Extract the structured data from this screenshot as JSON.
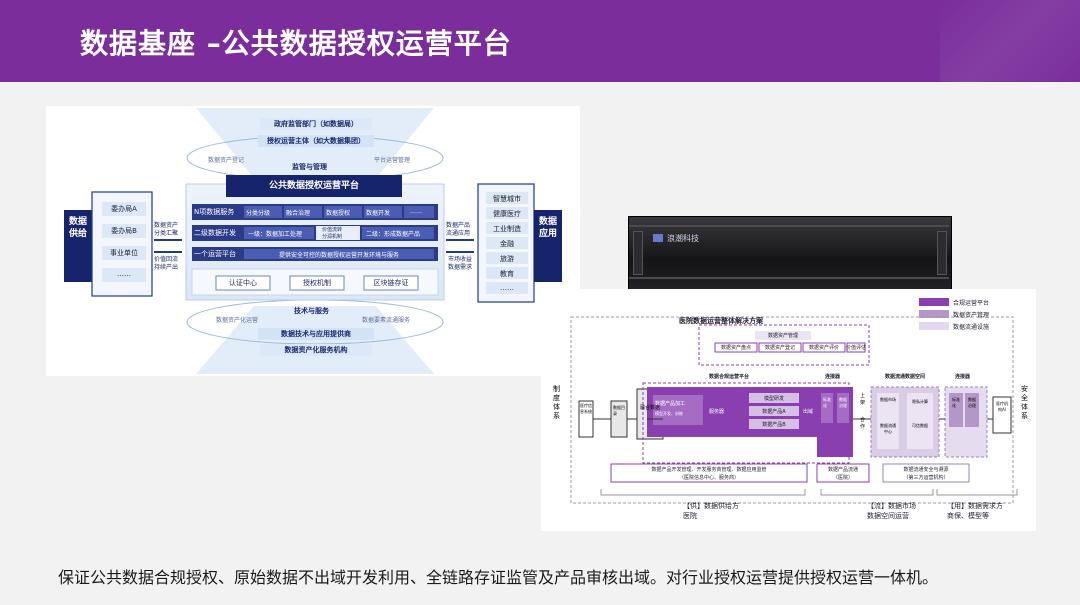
{
  "slide": {
    "title": "数据基座 –公共数据授权运营平台",
    "caption": "保证公共数据合规授权、原始数据不出域开发利用、全链路存证监管及产品审核出域。对行业授权运营提供授权运营一体机。"
  },
  "left_diagram": {
    "top_gov": "政府监管部门（如数据局）",
    "top_auth": "授权运营主体（如大数据集团）",
    "ring_left": "数据资产登记",
    "ring_right": "平台运营管理",
    "supervise": "监管与管理",
    "platform": "公共数据授权运营平台",
    "layer1_label": "N项数据服务",
    "layer1_items": [
      "分类分级",
      "融合治理",
      "数据授权",
      "数据开发",
      "……"
    ],
    "layer2_label": "二级数据开发",
    "layer2_a": "一级：数据加工处理",
    "layer2_mid_top": "价值流转",
    "layer2_mid_bot": "分润机制",
    "layer2_b": "二级：形成数据产品",
    "layer3_label": "一个运营平台",
    "layer3_text": "提供安全可控的数据授权运营开发环境与服务",
    "bottom_items": [
      "认证中心",
      "授权机制",
      "区块链存证"
    ],
    "tech": "技术与服务",
    "ring_bl": "数据资产化运营",
    "ring_br": "数据要素流通服务",
    "bottom_tech": "数据技术与应用提供商",
    "bottom_asset": "数据资产化服务机构",
    "supply_side": "数据供给",
    "supply_items": [
      "委办局A",
      "委办局B",
      "事业单位",
      "……"
    ],
    "supply_arrow_top": "数据资产\n分类汇聚",
    "supply_arrow_bot": "价值回流\n持续产出",
    "app_side": "数据应用",
    "app_items": [
      "智慧城市",
      "健康医疗",
      "工业制造",
      "金融",
      "旅游",
      "教育",
      "……"
    ],
    "app_arrow_top": "数据产品\n流通应用",
    "app_arrow_bot": "市场收益\n数据需求"
  },
  "server": {
    "brand": "浪潮科技"
  },
  "right_diagram": {
    "legend": [
      "合规运营平台",
      "数据资产管理",
      "数据流通设施"
    ],
    "title": "医院数据运营整体解决方案",
    "mgmt_header": "数据资产管理",
    "mgmt_items": [
      "数据资产盘点",
      "数据资产登记",
      "数据资产评价",
      "价值评估"
    ],
    "left_side": "制度体系",
    "right_side": "安全体系",
    "zone_labels": [
      "数据合规运营平台",
      "连接器",
      "数据流通数据空间",
      "连接器"
    ],
    "source": "医疗信息系统",
    "catalog": "数据目录",
    "fuse": "融合数据",
    "product_proc": "数据产品加工",
    "product_proc_sub": "模型开发、训练",
    "service": "服务器",
    "out_items": [
      "模型研发",
      "数据产品A",
      "数据产品B"
    ],
    "out_label": "出域",
    "conn_items": [
      "标准化",
      "数据治理"
    ],
    "conn_right": [
      "上架",
      "合作"
    ],
    "flow_items": [
      "数据市场",
      "数据流通中心"
    ],
    "sec_items": [
      "隐私计算",
      "可信数据"
    ],
    "conn2_items": [
      "标准化",
      "数据治理"
    ],
    "consumer": "医疗机构AI",
    "bottom_boxes": [
      "数据产品开发管理、开发服务商管理、数据应用监管",
      "数据产品流通",
      "数据流通安全与溯源"
    ],
    "bottom_boxes_sub": [
      "（医院信息中心、服务商）",
      "（医院）",
      "（第三方运营机构）"
    ],
    "footer": [
      "【供】数据供给方",
      "医院",
      "【流】数据市场",
      "数据空间运营",
      "【用】数据需求方",
      "商保、模型等"
    ]
  }
}
